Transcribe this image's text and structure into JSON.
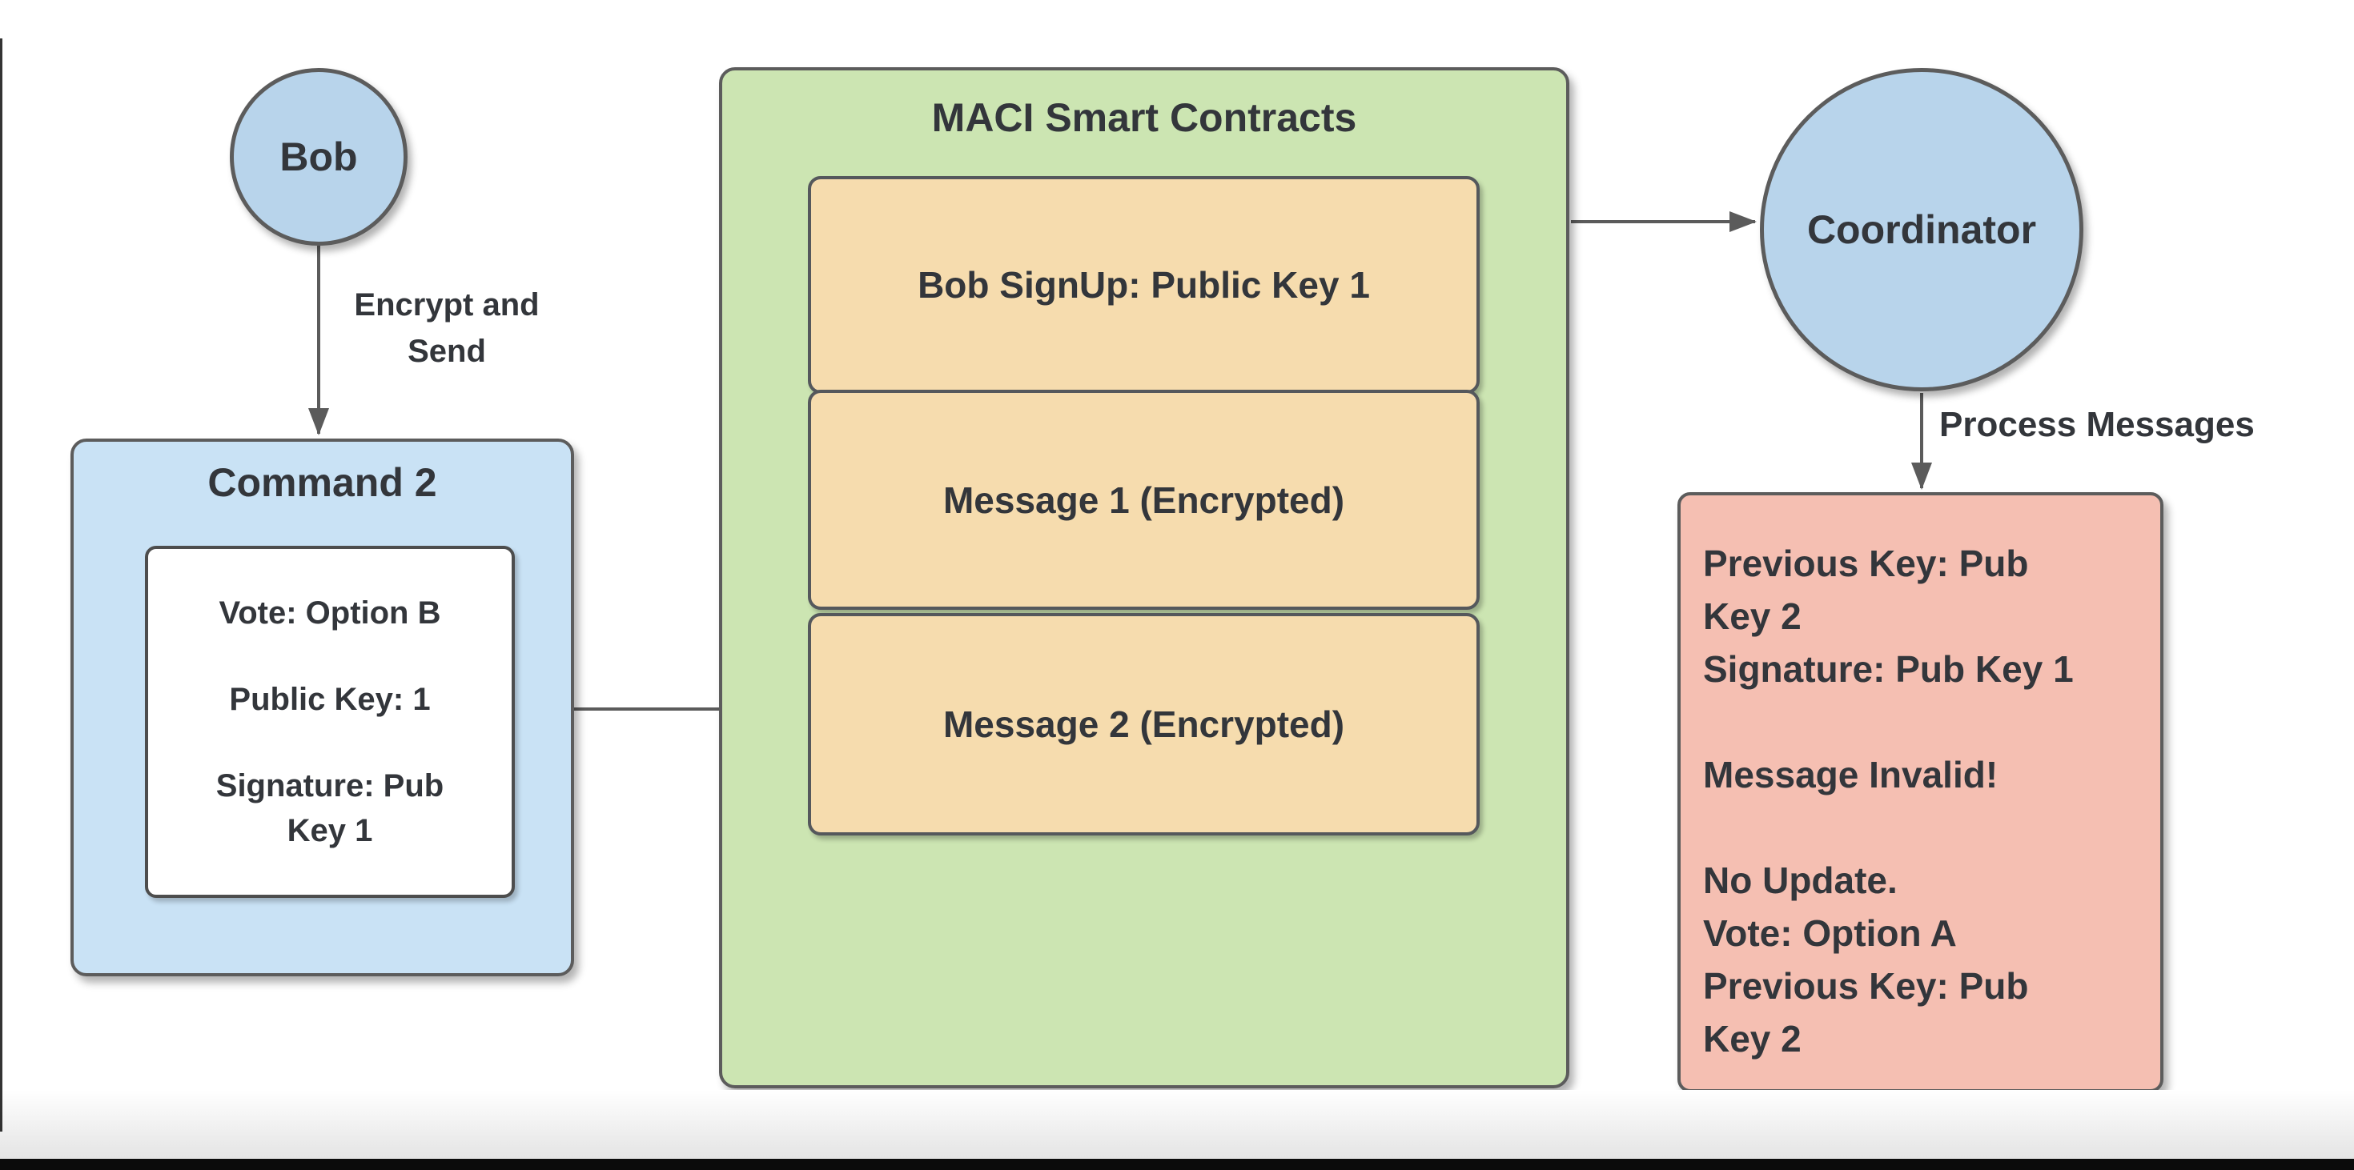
{
  "diagram": {
    "actors": {
      "bob": "Bob",
      "coordinator": "Coordinator"
    },
    "labels": {
      "encrypt_and_send": "Encrypt and\nSend",
      "process_messages": "Process Messages"
    },
    "command_box": {
      "title": "Command 2",
      "fields": [
        "Vote: Option B",
        "Public Key: 1",
        "Signature: Pub\nKey 1"
      ]
    },
    "contracts_box": {
      "title": "MACI Smart Contracts",
      "entries": [
        "Bob SignUp: Public Key 1",
        "Message 1 (Encrypted)",
        "Message 2 (Encrypted)"
      ]
    },
    "result_box": {
      "lines": [
        "Previous Key: Pub",
        "Key 2",
        "Signature: Pub Key 1",
        "",
        "Message Invalid!",
        "",
        "No Update.",
        "Vote: Option A",
        "Previous Key: Pub",
        "Key 2"
      ]
    },
    "colors": {
      "actor_fill": "#b8d4eb",
      "command_fill": "#c9e2f5",
      "contracts_fill": "#cce5b2",
      "entry_fill": "#f6dcae",
      "result_fill": "#f5bfb2",
      "shape_border": "#5c5c5c",
      "arrow": "#5b5b5b",
      "text": "#33363b"
    }
  }
}
